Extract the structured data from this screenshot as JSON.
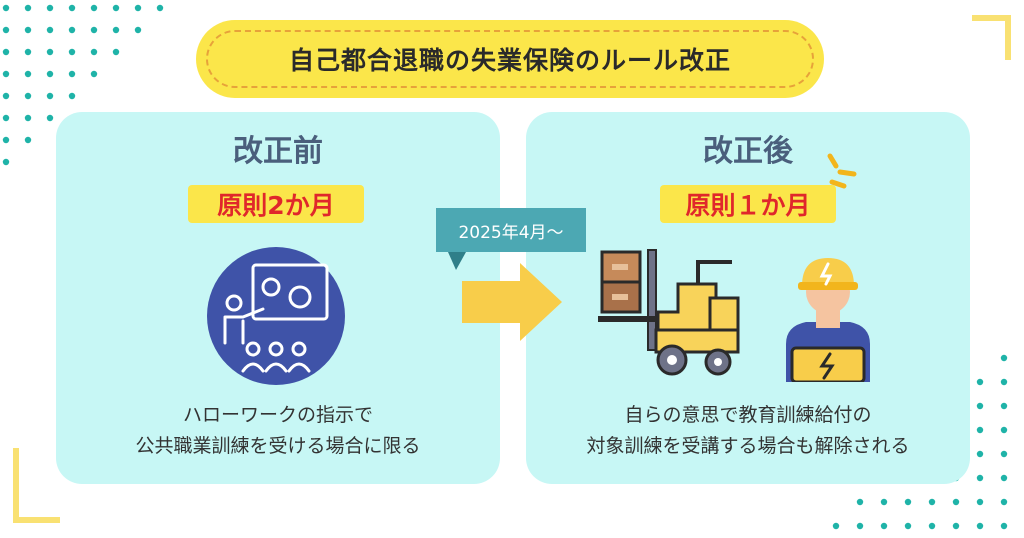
{
  "title": "自己都合退職の失業保険のルール改正",
  "before": {
    "heading": "改正前",
    "period": "原則2か月",
    "desc_line1": "ハローワークの指示で",
    "desc_line2": "公共職業訓練を受ける場合に限る",
    "icon": "training-presentation-icon"
  },
  "after": {
    "heading": "改正後",
    "period": "原則１か月",
    "desc_line1": "自らの意思で教育訓練給付の",
    "desc_line2": "対象訓練を受講する場合も解除される",
    "icons": [
      "forklift-icon",
      "worker-icon"
    ]
  },
  "date_tag": "2025年4月〜",
  "colors": {
    "panel": "#c7f7f5",
    "highlight": "#fbe64a",
    "accent_red": "#e0272b",
    "heading": "#4a5f7c",
    "tag": "#4ca8b3",
    "arrow": "#f8cd4a",
    "dots": "#1fb3a8"
  }
}
